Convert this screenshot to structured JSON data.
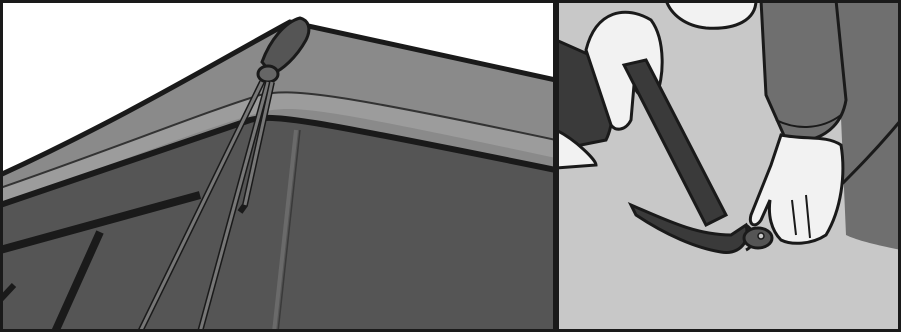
{
  "figure": {
    "panels": [
      {
        "id": "left",
        "subject": "tarp-corner-with-strap-and-ropes"
      },
      {
        "id": "right",
        "subject": "hands-using-hammer-on-stake-loop"
      }
    ]
  },
  "colors": {
    "border": "#1a1a1a",
    "tarp_top": "#8a8a8a",
    "tarp_side": "#555555",
    "ground": "#c8c8c8",
    "sleeve": "#6f6f6f",
    "skin": "#f2f2f2",
    "hammer": "#3a3a3a"
  }
}
